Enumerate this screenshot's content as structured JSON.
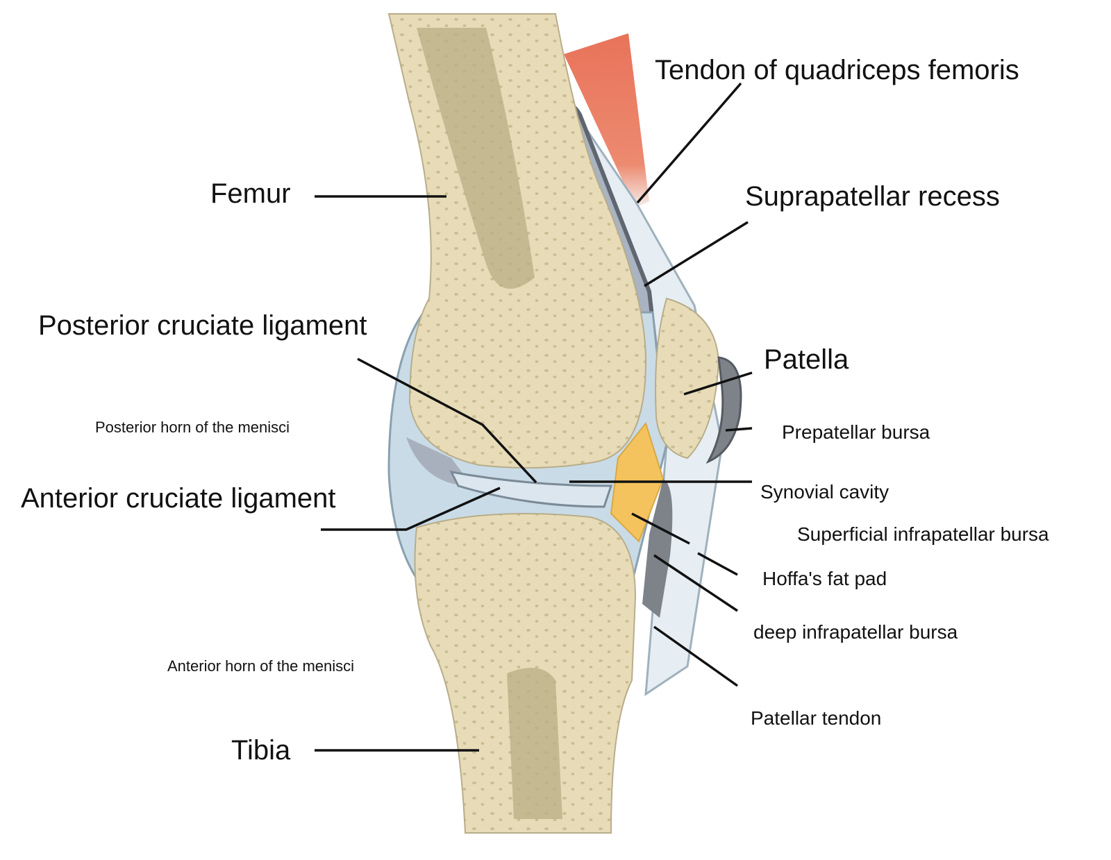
{
  "title": "Knee joint sagittal section",
  "labels": {
    "tendon_quadriceps": "Tendon of quadriceps femoris",
    "femur": "Femur",
    "suprapatellar_recess": "Suprapatellar recess",
    "posterior_cruciate": "Posterior cruciate ligament",
    "patella": "Patella",
    "posterior_horn": "Posterior horn of the menisci",
    "prepatellar_bursa": "Prepatellar bursa",
    "synovial_cavity": "Synovial cavity",
    "anterior_cruciate": "Anterior cruciate ligament",
    "superficial_infrapatellar": "Superficial infrapatellar bursa",
    "hoffa": "Hoffa's fat pad",
    "deep_infrapatellar": "deep infrapatellar bursa",
    "anterior_horn": "Anterior horn of the menisci",
    "patellar_tendon": "Patellar tendon",
    "tibia": "Tibia"
  },
  "colors": {
    "bone": "#e8dcb8",
    "marrow": "#b9ad86",
    "cartilage": "#c9dbe6",
    "muscle": "#e8735a",
    "fat": "#f5c35e",
    "bursa": "#7d8389"
  }
}
